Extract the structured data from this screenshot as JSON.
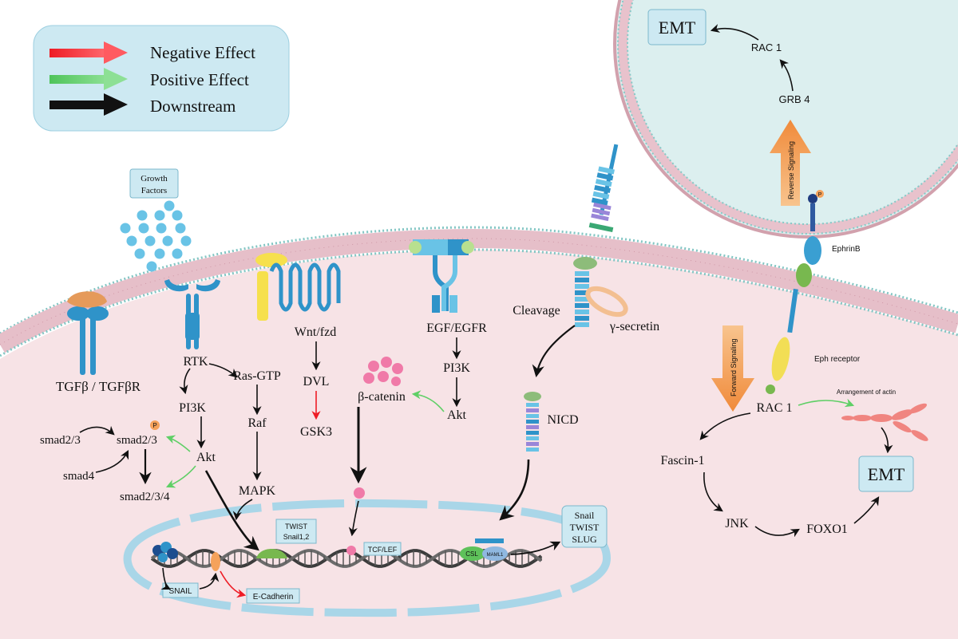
{
  "legend": {
    "negative": "Negative Effect",
    "positive": "Positive Effect",
    "downstream": "Downstream"
  },
  "colors": {
    "negative": "#ee1c25",
    "positive": "#5fcf66",
    "downstream": "#111111",
    "membrane": "#d7a6b3",
    "cytoplasm": "#f7e3e6",
    "nucleus_envelope": "#a9d6e8",
    "cell_top_right": "#dcefef",
    "orange_arrow": "#f5a25b",
    "receptor_blue": "#3a9fd2",
    "ligand_blue": "#69c3e6",
    "beta_catenin_pink": "#f07aa8"
  },
  "labels": {
    "growth_factors_line1": "Growth",
    "growth_factors_line2": "Factors",
    "tgfb": "TGFβ / TGFβR",
    "rtk": "RTK",
    "pi3k_left": "PI3K",
    "ras_gtp": "Ras-GTP",
    "raf": "Raf",
    "mapk": "MAPK",
    "akt_left": "Akt",
    "smad23_in": "smad2/3",
    "smad23_p": "smad2/3",
    "smad4": "smad4",
    "smad234": "smad2/3/4",
    "phospho": "P",
    "wnt_fzd": "Wnt/fzd",
    "dvl": "DVL",
    "gsk3": "GSK3",
    "egf_egfr": "EGF/EGFR",
    "pi3k_mid": "PI3K",
    "akt_mid": "Akt",
    "beta_catenin": "β-catenin",
    "cleavage": "Cleavage",
    "gamma_secretin": "γ-secretin",
    "nicd": "NICD",
    "twist_snail_line1": "TWIST",
    "twist_snail_line2": "Snail1,2",
    "tcf_lef": "TCF/LEF",
    "csl": "CSL",
    "maml": "MAML1",
    "snail_box": "SNAIL",
    "ecadherin": "E-Cadherin",
    "out_snail": "Snail",
    "out_twist": "TWIST",
    "out_slug": "SLUG",
    "emt_top": "EMT",
    "rac1_top": "RAC 1",
    "grb4": "GRB 4",
    "reverse_signaling": "Reverse Signaling",
    "forward_signaling": "Forward Signaling",
    "ephrinb": "EphrinB",
    "eph_receptor": "Eph receptor",
    "rac1_right": "RAC 1",
    "arrangement_actin": "Arrangement of actin",
    "fascin1": "Fascin-1",
    "jnk": "JNK",
    "foxo1": "FOXO1",
    "emt_right": "EMT"
  }
}
